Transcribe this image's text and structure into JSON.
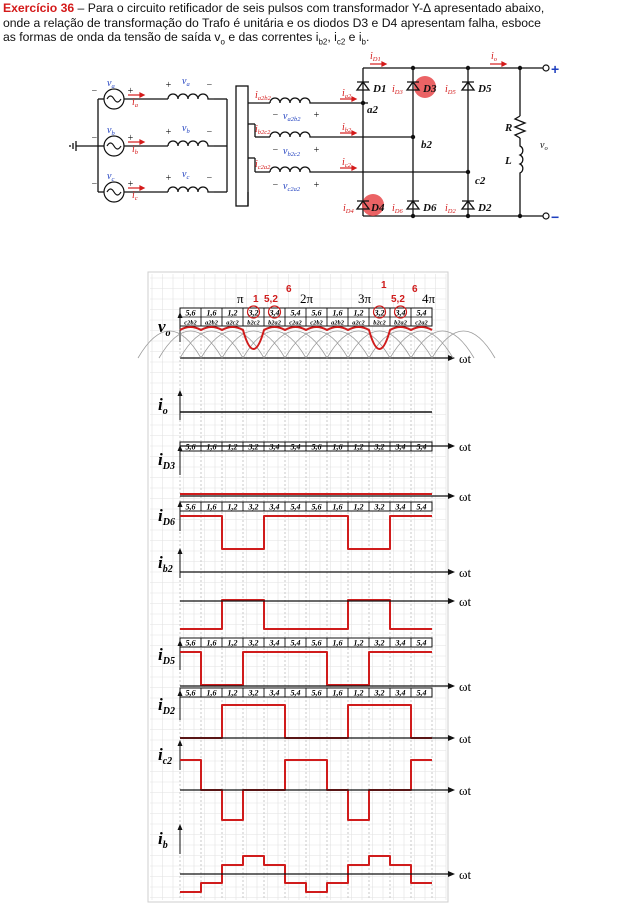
{
  "statement": {
    "exercise_label": "Exercício 36",
    "line1": " – Para o circuito retificador de seis pulsos com transformador Y-Δ apresentado abaixo,",
    "line2": "onde a relação de transformação do Trafo é unitária e os diodos D3 e D4 apresentam falha, esboce",
    "line3_prefix": "as formas de onda da tensão de saída v",
    "line3_sub_o": "o",
    "line3_mid": " e das correntes i",
    "sub_b2": "b2",
    "sep": ", i",
    "sub_c2": "c2",
    "and": " e i",
    "sub_b": "b",
    "end": "."
  },
  "circuit": {
    "sources": [
      {
        "v": "v",
        "vsub": "a",
        "i": "i",
        "isub": "a",
        "coil_v": "v",
        "coil_vsub": "a"
      },
      {
        "v": "v",
        "vsub": "b",
        "i": "i",
        "isub": "b",
        "coil_v": "v",
        "coil_vsub": "b"
      },
      {
        "v": "v",
        "vsub": "c",
        "i": "i",
        "isub": "c",
        "coil_v": "v",
        "coil_vsub": "c"
      }
    ],
    "delta_coils": [
      {
        "i": "i",
        "isub": "a2b2",
        "v": "v",
        "vsub": "a2b2"
      },
      {
        "i": "i",
        "isub": "b2c2",
        "v": "v",
        "vsub": "b2c2"
      },
      {
        "i": "i",
        "isub": "c2a2",
        "v": "v",
        "vsub": "c2a2"
      }
    ],
    "line_currents": [
      {
        "i": "i",
        "isub": "a2"
      },
      {
        "i": "i",
        "isub": "b2"
      },
      {
        "i": "i",
        "isub": "c2"
      }
    ],
    "nodes": [
      "a2",
      "b2",
      "c2"
    ],
    "diodes": [
      {
        "name": "D1",
        "i": "i",
        "isub": "D1",
        "failed": false
      },
      {
        "name": "D3",
        "i": "i",
        "isub": "D3",
        "failed": true
      },
      {
        "name": "D5",
        "i": "i",
        "isub": "D5",
        "failed": false
      },
      {
        "name": "D4",
        "i": "i",
        "isub": "D4",
        "failed": true
      },
      {
        "name": "D6",
        "i": "i",
        "isub": "D6",
        "failed": false
      },
      {
        "name": "D2",
        "i": "i",
        "isub": "D2",
        "failed": false
      }
    ],
    "top_bus_current": {
      "i": "i",
      "isub": "D1"
    },
    "output_current": {
      "i": "i",
      "isub": "o"
    },
    "resistor": "R",
    "inductor": "L",
    "output_voltage": {
      "v": "v",
      "vsub": "o"
    },
    "plus": "+",
    "minus": "−",
    "colors": {
      "failed": "#e8484a",
      "wire": "#111111",
      "label_red": "#d41a1a",
      "label_blue": "#1f3fbf"
    }
  },
  "chart": {
    "angle_labels": [
      "π",
      "2π",
      "3π",
      "4π"
    ],
    "axis_label": "ωt",
    "sequence_rows": {
      "numbers": [
        "5,6",
        "1,6",
        "1,2",
        "3,2",
        "3,4",
        "5,4",
        "5,6",
        "1,6",
        "1,2",
        "3,2",
        "3,4",
        "5,4"
      ],
      "vo_voltages": [
        "c2b2",
        "a2b2",
        "a2c2",
        "b2c2",
        "b2a2",
        "c2a2",
        "c2b2",
        "a2b2",
        "a2c2",
        "b2c2",
        "b2a2",
        "c2a2"
      ]
    },
    "panels": [
      {
        "id": "vo",
        "var": "v",
        "sub": "o",
        "seq_row": true
      },
      {
        "id": "io",
        "var": "i",
        "sub": "o",
        "seq_row": false
      },
      {
        "id": "iD3",
        "var": "i",
        "sub": "D3",
        "seq_row": true
      },
      {
        "id": "iD6",
        "var": "i",
        "sub": "D6",
        "seq_row": true
      },
      {
        "id": "ib2",
        "var": "i",
        "sub": "b2",
        "seq_row": false
      },
      {
        "id": "iD5",
        "var": "i",
        "sub": "D5",
        "seq_row": true
      },
      {
        "id": "iD2",
        "var": "i",
        "sub": "D2",
        "seq_row": true
      },
      {
        "id": "ic2",
        "var": "i",
        "sub": "c2",
        "seq_row": false
      },
      {
        "id": "ib",
        "var": "i",
        "sub": "b",
        "seq_row": false
      }
    ],
    "handwritten": {
      "vo_numbers": [
        "1",
        "5,2",
        "6",
        "1",
        "5,2",
        "6"
      ]
    },
    "chart_data": {
      "type": "line",
      "x_unit": "sixth of period (π/3)",
      "x_range": [
        0,
        12
      ],
      "series": [
        {
          "name": "vo",
          "x": [
            0,
            1,
            2,
            3,
            4,
            5,
            6,
            7,
            8,
            9,
            10,
            11,
            12
          ],
          "y": [
            1,
            1,
            1,
            1,
            0,
            1,
            1,
            1,
            1,
            1,
            0,
            1,
            1
          ]
        },
        {
          "name": "iD3",
          "x": [
            0,
            12
          ],
          "y": [
            0,
            0
          ]
        },
        {
          "name": "iD6",
          "x": [
            0,
            2,
            2,
            4,
            4,
            6,
            6,
            8,
            8,
            10,
            10,
            12
          ],
          "y": [
            1,
            1,
            0,
            0,
            1,
            1,
            1,
            1,
            0,
            0,
            1,
            1
          ]
        },
        {
          "name": "ib2",
          "x": [
            0,
            2,
            2,
            4,
            4,
            8,
            8,
            10,
            10,
            12
          ],
          "y": [
            0,
            0,
            1,
            1,
            0,
            0,
            1,
            1,
            0,
            0
          ]
        },
        {
          "name": "iD5",
          "x": [
            0,
            1,
            1,
            3,
            3,
            6,
            6,
            7,
            7,
            9,
            9,
            12
          ],
          "y": [
            1,
            1,
            0,
            0,
            1,
            1,
            1,
            1,
            0,
            0,
            1,
            1
          ]
        },
        {
          "name": "iD2",
          "x": [
            0,
            2,
            2,
            5,
            5,
            8,
            8,
            11,
            11,
            12
          ],
          "y": [
            0,
            0,
            1,
            1,
            0,
            0,
            1,
            1,
            0,
            0
          ]
        },
        {
          "name": "ic2",
          "x": [
            0,
            1,
            1,
            2,
            2,
            3,
            3,
            5,
            5,
            6,
            6,
            7,
            7,
            8,
            8,
            9,
            9,
            11,
            11,
            12
          ],
          "y": [
            1,
            1,
            0,
            0,
            -1,
            -1,
            0,
            0,
            1,
            1,
            1,
            1,
            0,
            0,
            -1,
            -1,
            0,
            0,
            1,
            1
          ]
        },
        {
          "name": "ib",
          "x": [
            0,
            1,
            1,
            2,
            2,
            3,
            3,
            4,
            4,
            5,
            5,
            6,
            6,
            7,
            7,
            8,
            8,
            9,
            9,
            10,
            10,
            11,
            11,
            12
          ],
          "y": [
            0,
            0,
            0.5,
            0.5,
            1.5,
            1.5,
            2,
            2,
            1.5,
            1.5,
            0.5,
            0.5,
            0,
            0,
            0.5,
            0.5,
            1.5,
            1.5,
            2,
            2,
            1.5,
            1.5,
            0.5,
            0.5
          ]
        }
      ]
    }
  }
}
